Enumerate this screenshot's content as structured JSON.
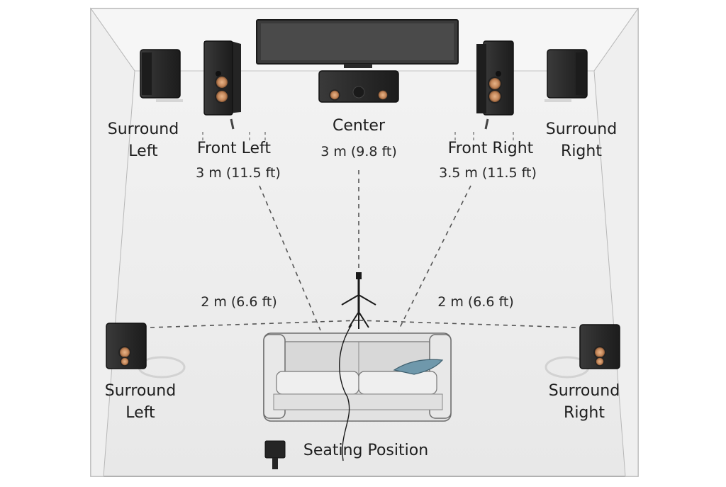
{
  "labels": {
    "surround_left_top": "Surround\nLeft",
    "front_left": "Front Left",
    "center": "Center",
    "front_right": "Front Right",
    "surround_right_top": "Surround\nRight",
    "surround_left_bottom": "Surround\nLeft",
    "surround_right_bottom": "Surround\nRight",
    "seating": "Seating Position"
  },
  "distances": {
    "front_left": "3 m (11.5 ft)",
    "center": "3 m (9.8 ft)",
    "front_right": "3.5 m (11.5 ft)",
    "surround_left": "2 m (6.6 ft)",
    "surround_right": "2 m (6.6 ft)"
  },
  "colors": {
    "wall": "#f3f3f3",
    "floor": "#ececec",
    "speaker_body": "#2b2b2b",
    "woofer": "#c4875a",
    "sofa": "#dedede",
    "pillow": "#6f98ab",
    "dash": "#555555"
  }
}
